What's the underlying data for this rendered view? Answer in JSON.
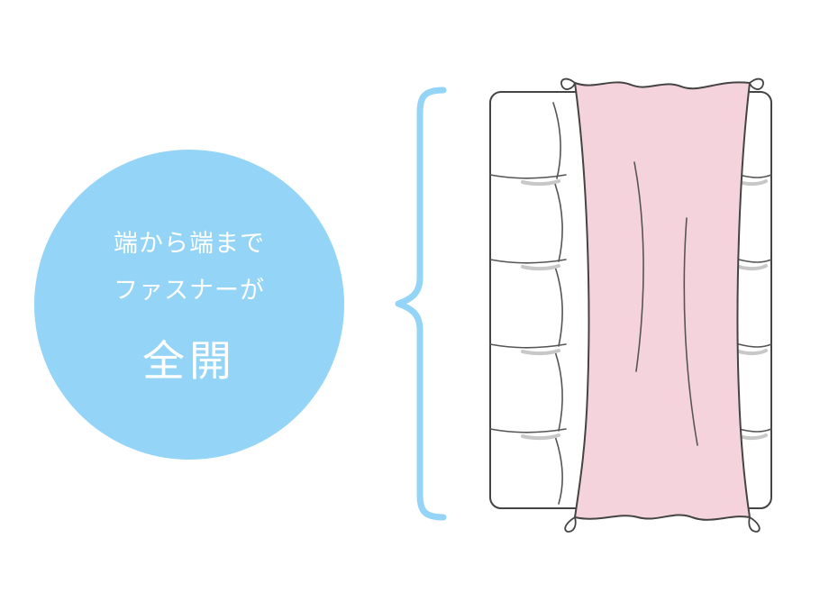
{
  "badge": {
    "line1": "端から端まで",
    "line2": "ファスナーが",
    "line3": "全開"
  },
  "colors": {
    "badge_fill": "#94d4f6",
    "badge_text": "#ffffff",
    "brace": "#94d4f6",
    "cover_fill": "#f5d3dd",
    "outline": "#444444"
  },
  "icons": {
    "brace": "curly-brace-icon",
    "illustration": "futon-with-opened-cover-illustration"
  }
}
